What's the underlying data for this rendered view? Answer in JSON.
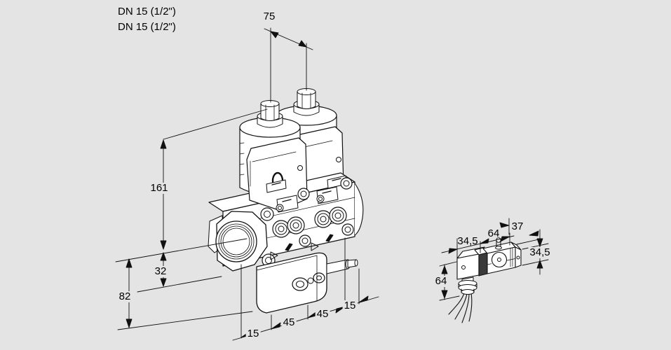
{
  "page": {
    "background_color": "#e4e4e4",
    "line_color": "#111111",
    "art_fill_color": "#ffffff"
  },
  "connection_labels": {
    "line1": "DN 15 (1/2\")",
    "line2": "DN 15 (1/2\")"
  },
  "main_view_dimensions": {
    "coil_top_spacing": "75",
    "center_to_coil_top": "161",
    "center_to_body_bottom": "32",
    "center_to_regulator_bottom": "82",
    "bottom_chain": [
      "15",
      "45",
      "45",
      "15"
    ]
  },
  "detail_view_dimensions": {
    "connector_depth": "34,5",
    "housing_length": "64",
    "housing_depth": "37",
    "housing_height": "34,5",
    "connector_drop": "64"
  }
}
